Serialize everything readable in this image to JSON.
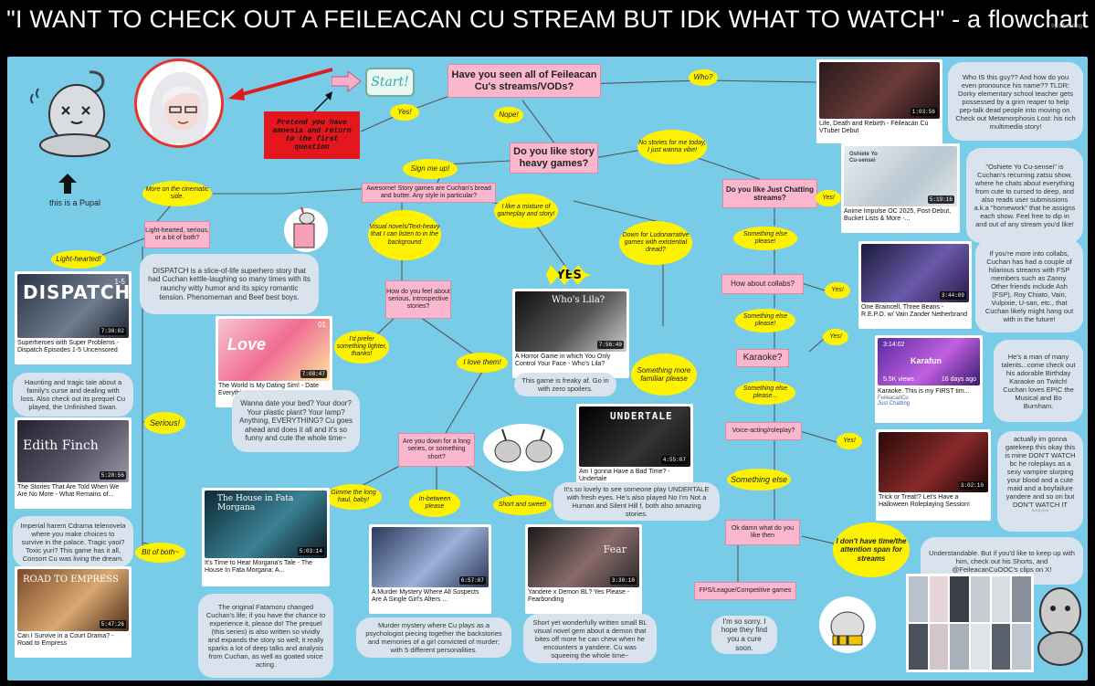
{
  "header": {
    "title": "\"I WANT TO CHECK OUT A FEILEACAN CU STREAM BUT IDK WHAT TO WATCH\" - a flowchart",
    "byline": "by Cheeeing"
  },
  "colors": {
    "board": "#78cce8",
    "pink": "#fbb7cd",
    "yellow": "#fff200",
    "bubble": "#d8e3ee",
    "red": "#e01b1b"
  },
  "misc": {
    "start": "Start!",
    "pupal": "this is a Pupal",
    "amnesia": "Pretend you have amnesia and return to the first question"
  },
  "questions": {
    "q1": "Have you seen all of Feileacan Cu's streams/VODs?",
    "q2": "Do you like story heavy games?",
    "awesome": "Awesome! Story games are Cuchan's bread and butter. Any style in particular?",
    "light": "Light-hearted, serious, or a bit of both?",
    "feel": "How do you feel about serious, introspective stories?",
    "longseries": "Are you down for a long series, or something short?",
    "chatting": "Do you like Just Chatting streams?",
    "collabs": "How about collabs?",
    "karaoke": "Karaoke?",
    "voice": "Voice-acting/roleplay?",
    "okdamn": "Ok damn what do you like then",
    "fps": "FPS/League/Competitive games"
  },
  "answers": {
    "who": "Who?",
    "yes1": "Yes!",
    "nope": "Nope!",
    "signme": "Sign me up!",
    "nostories": "No stories for me today, I just wanna vibe!",
    "cinematic": "More on the cinematic side.",
    "visual": "Visual novels/Text-heavy that I can listen to in the background",
    "mixture": "I like a mixture of gameplay and story!",
    "ludonarrative": "Down for Ludonarrative games with existential dread?",
    "yes_ludo": "YES",
    "lighthearted": "Light-hearted!",
    "serious": "Serious!",
    "bitofboth": "Bit of both~",
    "prefer_lighter": "I'd prefer something lighter, thanks!",
    "love_them": "I love them!",
    "more_familiar": "Something more familiar please",
    "long_haul": "Gimme the long haul, baby!",
    "in_between": "In-between please",
    "short_sweet": "Short and sweet!",
    "yes_chat": "Yes!",
    "else1": "Something else please!",
    "yes_collab": "Yes!",
    "else2": "Something else please!",
    "yes_karaoke": "Yes!",
    "else3": "Something else please...",
    "yes_voice": "Yes!",
    "else4": "Something else",
    "notime": "I don't have time/the attention span for streams"
  },
  "bubbles": {
    "who": "Who IS this guy?? And how do you even pronounce his name?? TLDR: Dorky elementary school teacher gets possessed by a grim reaper to help pep-talk dead people into moving on. Check out Metamorphosis Lost: his rich multimedia story!",
    "oshiete": "\"Oshiete Yo Cu-sensei\" is Cuchan's recurring zatsu show, where he chats about everything from cute to cursed to deep, and also reads user submissions a.k.a \"homework\" that he assigns each show. Feel free to dip in and out of any stream you'd like!",
    "collabs": "If you're more into collabs, Cuchan has had a couple of hilarious streams with FSP members such as Zanny. Other friends include Ash (FSP), Roy Chiato, Vain, Vulpixie, U-san, etc., that Cuchan likely might hang out with in the future!",
    "karaoke": "He's a man of many talents...come check out his adorable Birthday Karaoke on Twitch! Cuchan loves EPIC the Musical and Bo Burnham.",
    "roleplay": "actually im gonna gatekeep this okay this is mine DON'T WATCH bc he roleplays as a sexy vampire slurping your blood and a cute maid and a boyfailure yandere and so on but DON'T WATCH IT",
    "roleplay_small": "5-5-5 (Cu)",
    "shorts": "Understandable. But if you'd like to keep up with him, check out his Shorts, and @FeileacanCuOOC's clips on X!",
    "sorry": "I'm so sorry. I hope they find you a cure soon.",
    "dispatch": "DISPATCH is a slice-of-life superhero story that had Cuchan kettle-laughing so many times with its raunchy witty humor and its spicy romantic tension. Phenomeman and Beef best boys.",
    "edith": "Haunting and tragic tale about a family's curse and dealing with loss. Also check out its prequel Cu played, the Unfinished Swan.",
    "road": "Imperial harem Cdrama telenovela where you make choices to survive in the palace. Tragic yaoi? Toxic yuri? This game has it all, Consort Cu was living the dream.",
    "dating": "Wanna date your bed? Your door? Your plastic plant? Your lamp? Anything, EVERYTHING? Cu goes ahead and does it all and it's so funny and cute the whole time~",
    "freaky": "This game is freaky af. Go in with zero spoilers.",
    "undertale": "It's so lovely to see someone play UNDERTALE with fresh eyes. He's also played No I'm Not a Human and Silent Hill f, both also amazing stories.",
    "fatamorgana": "The original Fatamoru changed Cuchan's life; if you have the chance to experience it, please do! The prequel (this series) is also written so vividly and expands the story so well; it really sparks a lot of deep talks and analysis from Cuchan, as well as goated voice acting.",
    "murder": "Murder mystery where Cu plays as a psychologist piecing together the backstories and memories of a girl convicted of murder; with 5 different personalities.",
    "fear": "Short yet wonderfully written small BL visual novel gem about a demon that bites off more he can chew when he encounters a yandere. Cu was squeeing the whole time~"
  },
  "videos": {
    "life": {
      "title": "Life, Death and Rebirth - Féileacán Cú VTuber Debut",
      "duration": "1:03:56"
    },
    "anime": {
      "title": "Anime Impulse OC 2025, Post-Debut, Bucket Lists & More -...",
      "duration": "5:19:16",
      "overlay": "Oshiete Yo Cu-sensei"
    },
    "repo": {
      "title": "One Braincell, Three Beans - R.E.P.O. w/ Vain Zander Netherbrand",
      "duration": "3:44:09"
    },
    "karaoke": {
      "title": "Karaoke. This is my FIRST tim...",
      "channel": "FeileacanCu",
      "category": "Just Chatting",
      "duration": "3:14:02",
      "views": "5.5K views",
      "ago": "16 days ago",
      "brand": "Karafun"
    },
    "trick": {
      "title": "Trick or Treat!? Let's Have a Halloween Roleplaying Session!",
      "duration": "3:02:10"
    },
    "dispatch": {
      "title": "Superheroes with Super Problems - Dispatch Episodes 1-5 Uncensored",
      "duration": "7:30:02",
      "overlay": "DISPATCH",
      "ep": "1-5"
    },
    "edith": {
      "title": "The Stories That Are Told When We Are No More - What Remains of...",
      "duration": "5:20:56",
      "overlay": "Edith Finch"
    },
    "road": {
      "title": "Can I Survive in a Court Drama? - Road to Empress",
      "duration": "5:47:26",
      "overlay": "ROAD TO EMPRESS"
    },
    "dating": {
      "title": "The World Is My Dating Sim! - Date Everything!",
      "duration": "7:08:47",
      "overlay": "Love",
      "ep": "01"
    },
    "lila": {
      "title": "A Horror Game in which You Only Control Your Face - Who's Lila?",
      "duration": "7:56:49",
      "overlay": "Who's Lila?"
    },
    "undertale": {
      "title": "Am I gonna Have a Bad Time? - Undertale",
      "duration": "4:55:07",
      "overlay": "UNDERTALE"
    },
    "morgana": {
      "title": "It's Time to Hear Morgana's Tale - The House In Fata Morgana: A...",
      "duration": "5:03:14",
      "overlay": "The House in Fata Morgana"
    },
    "murder": {
      "title": "A Murder Mystery Where All Suspects Are A Single Girl's Alters ...",
      "duration": "6:57:07"
    },
    "fear": {
      "title": "Yandere x Demon BL? Yes Please - Fearbonding",
      "duration": "3:30:18",
      "overlay": "Fear"
    }
  }
}
